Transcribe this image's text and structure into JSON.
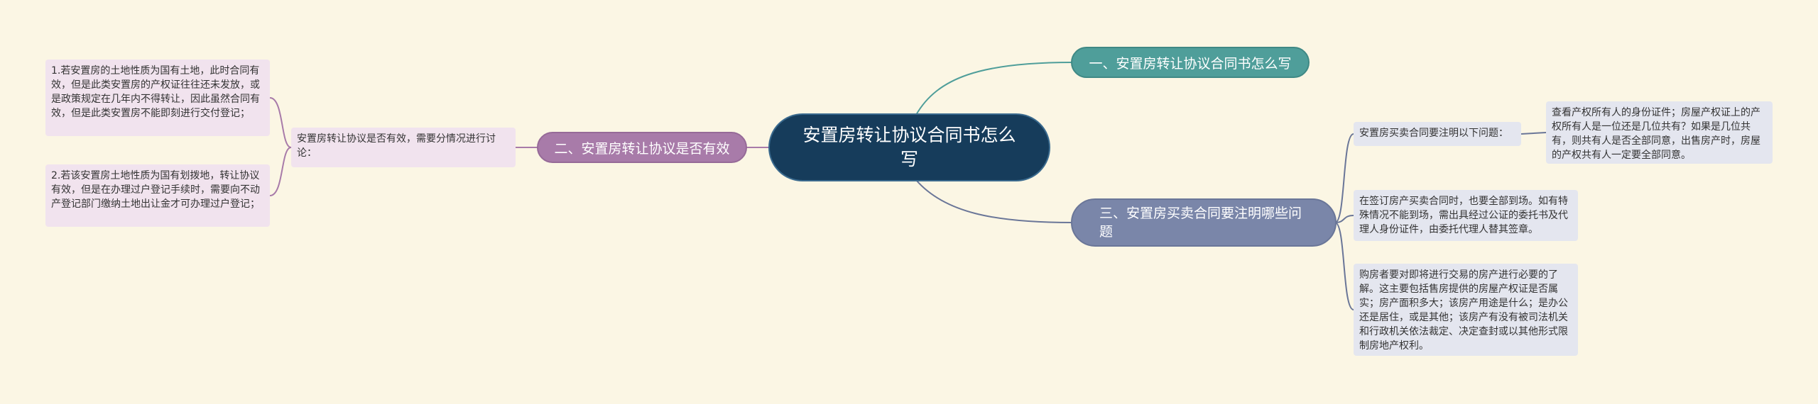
{
  "center": {
    "title": "安置房转让协议合同书怎么写"
  },
  "branches": [
    {
      "label": "一、安置房转让协议合同书怎么写"
    },
    {
      "label": "二、安置房转让协议是否有效",
      "intro": "安置房转让协议是否有效，需要分情况进行讨论：",
      "items": [
        "1.若安置房的土地性质为国有土地，此时合同有效，但是此类安置房的产权证往往还未发放，或是政策规定在几年内不得转让，因此虽然合同有效，但是此类安置房不能即刻进行交付登记；",
        "2.若该安置房土地性质为国有划拨地，转让协议有效，但是在办理过户登记手续时，需要向不动产登记部门缴纳土地出让金才可办理过户登记；"
      ]
    },
    {
      "label": "三、安置房买卖合同要注明哪些问题",
      "intro": "安置房买卖合同要注明以下问题：",
      "intro_child": "查看产权所有人的身份证件；房屋产权证上的产权所有人是一位还是几位共有？如果是几位共有，则共有人是否全部同意，出售房产时，房屋的产权共有人一定要全部同意。",
      "items": [
        "在签订房产买卖合同时，也要全部到场。如有特殊情况不能到场，需出具经过公证的委托书及代理人身份证件，由委托代理人替其签章。",
        "购房者要对即将进行交易的房产进行必要的了解。这主要包括售房提供的房屋产权证是否属实；房产面积多大；该房产用途是什么；是办公还是居住，或是其他；该房产有没有被司法机关和行政机关依法裁定、决定查封或以其他形式限制房地产权利。"
      ]
    }
  ],
  "colors": {
    "background": "#fbf6e4",
    "center": "#163c5b",
    "branch1": "#4f9e9a",
    "branch2": "#a87ba9",
    "branch3": "#7a86a9",
    "leaf_purple": "#f1e3ee",
    "leaf_blue": "#e4e6ef"
  }
}
